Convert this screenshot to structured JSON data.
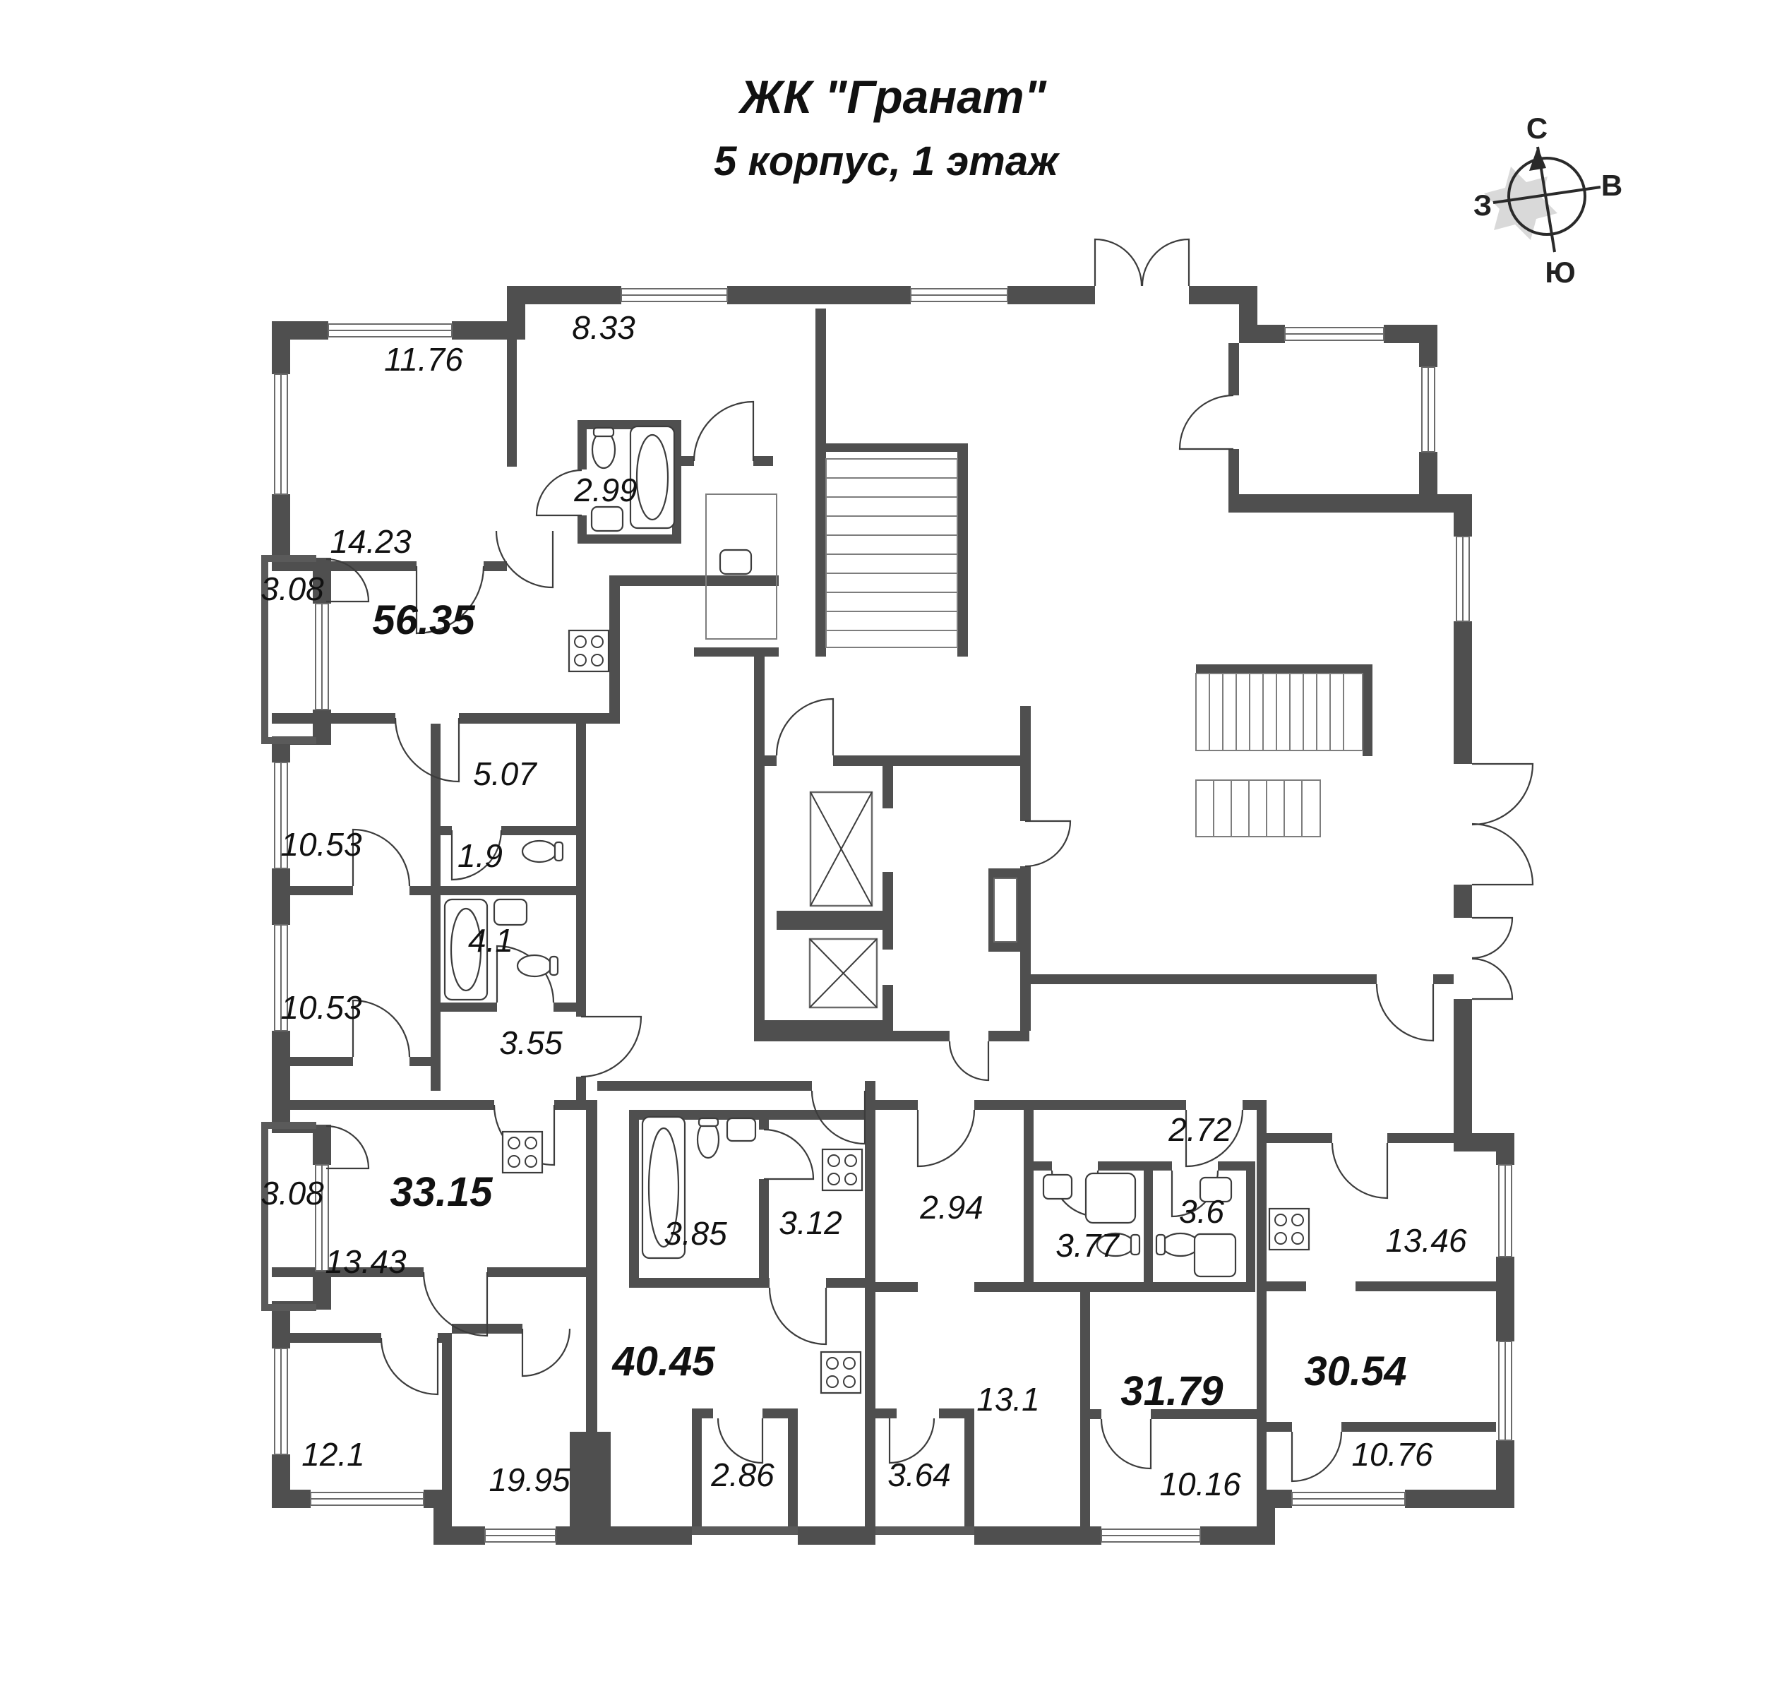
{
  "header": {
    "title": "ЖК \"Гранат\"",
    "subtitle": "5 корпус, 1 этаж"
  },
  "compass": {
    "north": "С",
    "south": "Ю",
    "west": "З",
    "east": "В"
  },
  "colors": {
    "wall": "#4f4f4f",
    "text": "#111111",
    "background": "#ffffff"
  },
  "plan": {
    "building": "5 корпус",
    "floor": "1 этаж",
    "rooms": [
      {
        "name": "bedroom-11-76",
        "area": "11.76"
      },
      {
        "name": "room-8-33",
        "area": "8.33"
      },
      {
        "name": "bathroom-2-99",
        "area": "2.99"
      },
      {
        "name": "hall-14-23",
        "area": "14.23"
      },
      {
        "name": "balcony-3-08-upper",
        "area": "3.08"
      },
      {
        "name": "apartment-56-35",
        "area": "56.35"
      },
      {
        "name": "hall-5-07",
        "area": "5.07"
      },
      {
        "name": "wc-1-9",
        "area": "1.9"
      },
      {
        "name": "bedroom-10-53-upper",
        "area": "10.53"
      },
      {
        "name": "bathroom-4-1",
        "area": "4.1"
      },
      {
        "name": "bedroom-10-53-lower",
        "area": "10.53"
      },
      {
        "name": "hall-3-55",
        "area": "3.55"
      },
      {
        "name": "balcony-3-08-lower",
        "area": "3.08"
      },
      {
        "name": "apartment-33-15",
        "area": "33.15"
      },
      {
        "name": "room-13-43",
        "area": "13.43"
      },
      {
        "name": "bathroom-3-85",
        "area": "3.85"
      },
      {
        "name": "hall-3-12",
        "area": "3.12"
      },
      {
        "name": "hall-2-94",
        "area": "2.94"
      },
      {
        "name": "bathroom-3-77",
        "area": "3.77"
      },
      {
        "name": "bathroom-3-6",
        "area": "3.6"
      },
      {
        "name": "hall-2-72",
        "area": "2.72"
      },
      {
        "name": "room-13-46",
        "area": "13.46"
      },
      {
        "name": "apartment-40-45",
        "area": "40.45"
      },
      {
        "name": "room-13-1",
        "area": "13.1"
      },
      {
        "name": "apartment-31-79",
        "area": "31.79"
      },
      {
        "name": "apartment-30-54",
        "area": "30.54"
      },
      {
        "name": "room-12-1",
        "area": "12.1"
      },
      {
        "name": "room-19-95",
        "area": "19.95"
      },
      {
        "name": "balcony-2-86",
        "area": "2.86"
      },
      {
        "name": "balcony-3-64",
        "area": "3.64"
      },
      {
        "name": "room-10-16",
        "area": "10.16"
      },
      {
        "name": "room-10-76",
        "area": "10.76"
      }
    ]
  }
}
